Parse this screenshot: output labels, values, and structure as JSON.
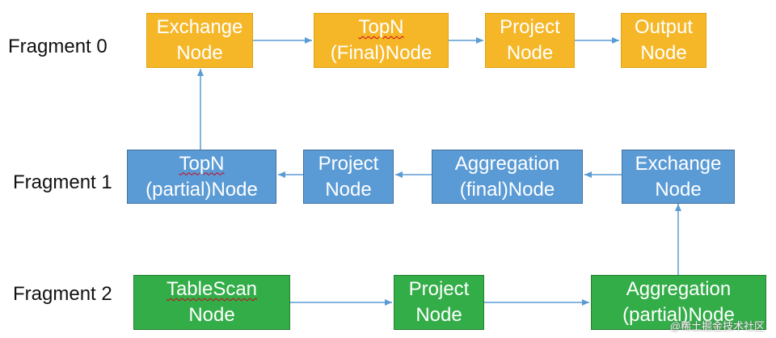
{
  "fragments": [
    {
      "label": "Fragment 0"
    },
    {
      "label": "Fragment 1"
    },
    {
      "label": "Fragment 2"
    }
  ],
  "nodes": {
    "f0_exchange": {
      "line1": "Exchange",
      "line2": "Node"
    },
    "f0_topn": {
      "line1": "TopN",
      "line2": "(Final)Node"
    },
    "f0_project": {
      "line1": "Project",
      "line2": "Node"
    },
    "f0_output": {
      "line1": "Output",
      "line2": "Node"
    },
    "f1_topn": {
      "line1": "TopN",
      "line2": "(partial)Node"
    },
    "f1_project": {
      "line1": "Project",
      "line2": "Node"
    },
    "f1_aggregation": {
      "line1": "Aggregation",
      "line2": "(final)Node"
    },
    "f1_exchange": {
      "line1": "Exchange",
      "line2": "Node"
    },
    "f2_tablescan": {
      "line1": "TableScan",
      "line2": "Node"
    },
    "f2_project": {
      "line1": "Project",
      "line2": "Node"
    },
    "f2_aggregation": {
      "line1": "Aggregation",
      "line2": "(partial)Node"
    }
  },
  "colors": {
    "fragment0": "#f5b728",
    "fragment1": "#5b9bd5",
    "fragment2": "#33ad48",
    "arrow": "#5b9bd5"
  },
  "watermark": "@稀土掘金技术社区"
}
